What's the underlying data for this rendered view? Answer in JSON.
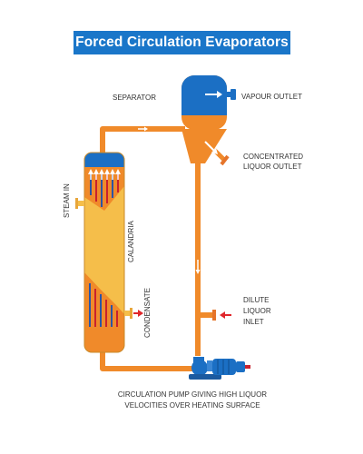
{
  "title": "Forced Circulation Evaporators",
  "labels": {
    "separator": "SEPARATOR",
    "vapour_outlet": "VAPOUR OUTLET",
    "concentrated_liquor_outlet": [
      "CONCENTRATED",
      "LIQUOR OUTLET"
    ],
    "steam_in": "STEAM IN",
    "calandria": "CALANDRIA",
    "condensate": "CONDENSATE",
    "dilute_liquor_inlet": [
      "DILUTE",
      "LIQUOR",
      "INLET"
    ],
    "pump_caption": [
      "CIRCULATION PUMP GIVING HIGH LIQUOR",
      "VELOCITIES OVER HEATING SURFACE"
    ]
  },
  "colors": {
    "title_bg": "#1a76c9",
    "liquor_orange": "#f08a2a",
    "vessel_blue": "#1b6fc4",
    "steam_yellow": "#f5be4a",
    "tube_blue": "#2b55a6",
    "tube_red": "#c8222e",
    "arrow_red": "#e0262b"
  }
}
